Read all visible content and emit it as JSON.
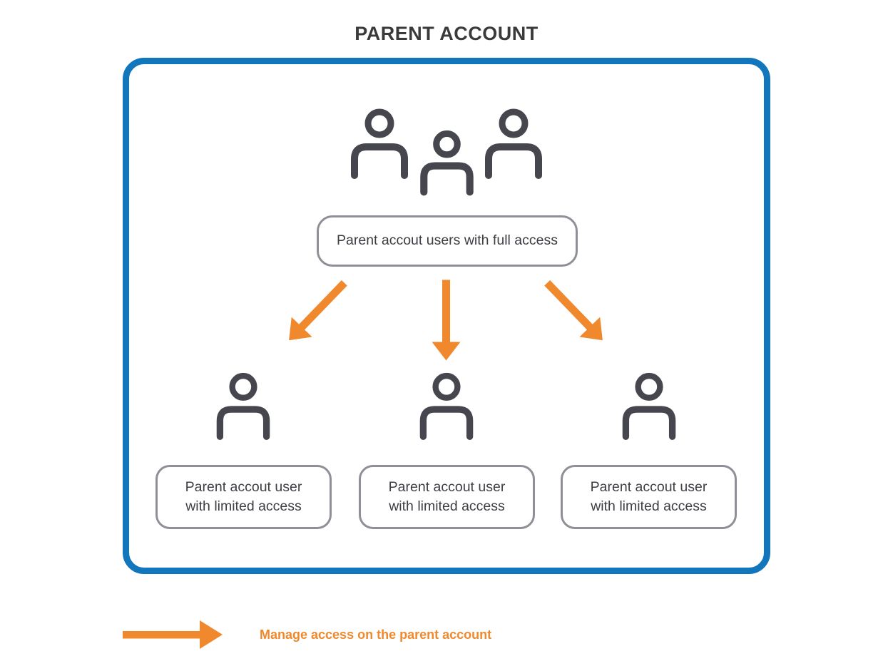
{
  "title": "PARENT ACCOUNT",
  "nodes": {
    "full_access": {
      "label": "Parent accout users with full access",
      "icon": "group-users-icon"
    },
    "limited": [
      {
        "label": "Parent accout user with limited access",
        "icon": "user-icon"
      },
      {
        "label": "Parent accout user with limited access",
        "icon": "user-icon"
      },
      {
        "label": "Parent accout user with limited access",
        "icon": "user-icon"
      }
    ]
  },
  "edges": [
    {
      "from": "full_access",
      "to": "limited_1",
      "icon": "arrow-down-left-icon"
    },
    {
      "from": "full_access",
      "to": "limited_2",
      "icon": "arrow-down-icon"
    },
    {
      "from": "full_access",
      "to": "limited_3",
      "icon": "arrow-down-right-icon"
    }
  ],
  "legend": {
    "icon": "arrow-right-icon",
    "label": "Manage access on the parent account"
  },
  "colors": {
    "accent_blue": "#1176BC",
    "accent_orange": "#F0892D",
    "icon_dark": "#46464E",
    "box_border": "#8F8F97",
    "text_dark": "#3E3E44",
    "title_dark": "#3A3A3A"
  }
}
